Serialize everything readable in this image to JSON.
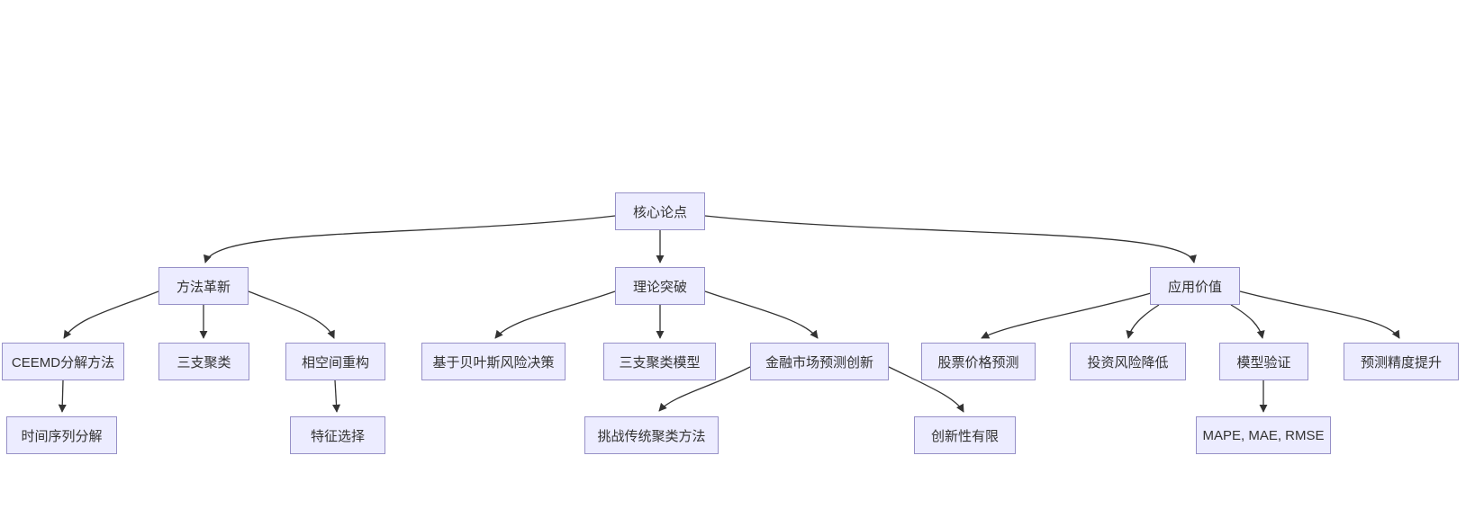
{
  "diagram": {
    "type": "flowchart",
    "direction": "top-down",
    "colors": {
      "background": "#ffffff",
      "node_fill": "#ECECFF",
      "node_border": "#9690C7",
      "edge": "#333333",
      "text": "#333333"
    },
    "nodes": {
      "core": {
        "label": "核心论点"
      },
      "method": {
        "label": "方法革新"
      },
      "theory": {
        "label": "理论突破"
      },
      "application": {
        "label": "应用价值"
      },
      "ceemd": {
        "label": "CEEMD分解方法"
      },
      "three_way": {
        "label": "三支聚类"
      },
      "phase_space": {
        "label": "相空间重构"
      },
      "bayes": {
        "label": "基于贝叶斯风险决策"
      },
      "three_way_model": {
        "label": "三支聚类模型"
      },
      "finance": {
        "label": "金融市场预测创新"
      },
      "stock": {
        "label": "股票价格预测"
      },
      "risk": {
        "label": "投资风险降低"
      },
      "validation": {
        "label": "模型验证"
      },
      "precision": {
        "label": "预测精度提升"
      },
      "time_series": {
        "label": "时间序列分解"
      },
      "feature": {
        "label": "特征选择"
      },
      "challenge": {
        "label": "挑战传统聚类方法"
      },
      "limited": {
        "label": "创新性有限"
      },
      "metrics": {
        "label": "MAPE, MAE, RMSE"
      }
    },
    "edges": [
      {
        "from": "核心论点",
        "to": "方法革新"
      },
      {
        "from": "核心论点",
        "to": "理论突破"
      },
      {
        "from": "核心论点",
        "to": "应用价值"
      },
      {
        "from": "方法革新",
        "to": "CEEMD分解方法"
      },
      {
        "from": "方法革新",
        "to": "三支聚类"
      },
      {
        "from": "方法革新",
        "to": "相空间重构"
      },
      {
        "from": "理论突破",
        "to": "基于贝叶斯风险决策"
      },
      {
        "from": "理论突破",
        "to": "三支聚类模型"
      },
      {
        "from": "理论突破",
        "to": "金融市场预测创新"
      },
      {
        "from": "应用价值",
        "to": "股票价格预测"
      },
      {
        "from": "应用价值",
        "to": "投资风险降低"
      },
      {
        "from": "应用价值",
        "to": "模型验证"
      },
      {
        "from": "应用价值",
        "to": "预测精度提升"
      },
      {
        "from": "CEEMD分解方法",
        "to": "时间序列分解"
      },
      {
        "from": "相空间重构",
        "to": "特征选择"
      },
      {
        "from": "金融市场预测创新",
        "to": "挑战传统聚类方法"
      },
      {
        "from": "金融市场预测创新",
        "to": "创新性有限"
      },
      {
        "from": "模型验证",
        "to": "MAPE, MAE, RMSE"
      }
    ]
  }
}
